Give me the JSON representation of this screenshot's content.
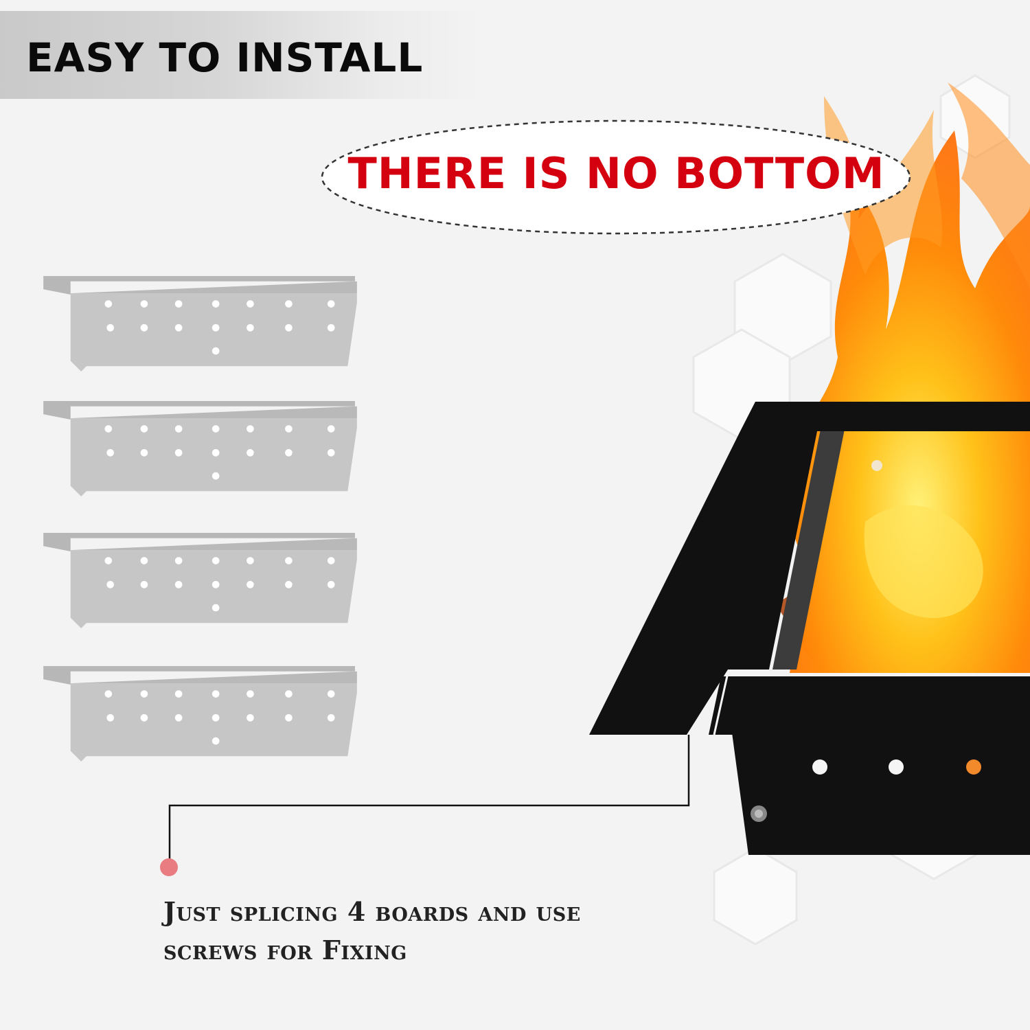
{
  "header": {
    "title": "EASY TO INSTALL"
  },
  "callout": {
    "text": "THERE IS NO BOTTOM"
  },
  "panels": {
    "count": 4
  },
  "caption": {
    "line1": "Just splicing 4 boards and use",
    "line2": "screws for Fixing"
  },
  "colors": {
    "callout_text": "#d5000f",
    "panel_fill": "#c6c6c6",
    "dot_marker": "#e97c80",
    "frame": "#111111"
  }
}
